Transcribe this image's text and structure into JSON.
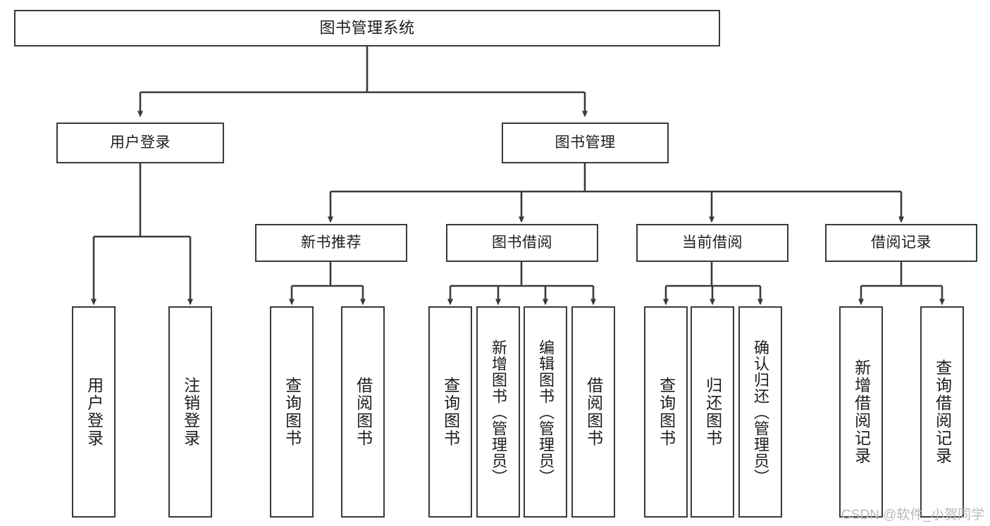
{
  "diagram": {
    "title": "图书管理系统",
    "type": "tree-hierarchy",
    "watermark": "CSDN @软件_小贺同学",
    "edge_color": "#3a3a3a",
    "box_border_color": "#3a3a3a",
    "box_fill_color": "#ffffff",
    "text_color": "#1d1d1d",
    "watermark_color": "#b9b9b9"
  },
  "nodes": {
    "root": {
      "label": "图书管理系统"
    },
    "level2": [
      {
        "label": "用户登录"
      },
      {
        "label": "图书管理"
      }
    ],
    "level3": [
      {
        "label": "新书推荐"
      },
      {
        "label": "图书借阅"
      },
      {
        "label": "当前借阅"
      },
      {
        "label": "借阅记录"
      }
    ],
    "leaves": {
      "user_login": [
        {
          "label": "用户登录"
        },
        {
          "label": "注销登录"
        }
      ],
      "new_book_recommend": [
        {
          "label": "查询图书"
        },
        {
          "label": "借阅图书"
        }
      ],
      "book_borrow": [
        {
          "label": "查询图书"
        },
        {
          "label": "新增图书（管理员）"
        },
        {
          "label": "编辑图书（管理员）"
        },
        {
          "label": "借阅图书"
        }
      ],
      "current_borrow": [
        {
          "label": "查询图书"
        },
        {
          "label": "归还图书"
        },
        {
          "label": "确认归还（管理员）"
        }
      ],
      "borrow_record": [
        {
          "label": "新增借阅记录"
        },
        {
          "label": "查询借阅记录"
        }
      ]
    }
  }
}
